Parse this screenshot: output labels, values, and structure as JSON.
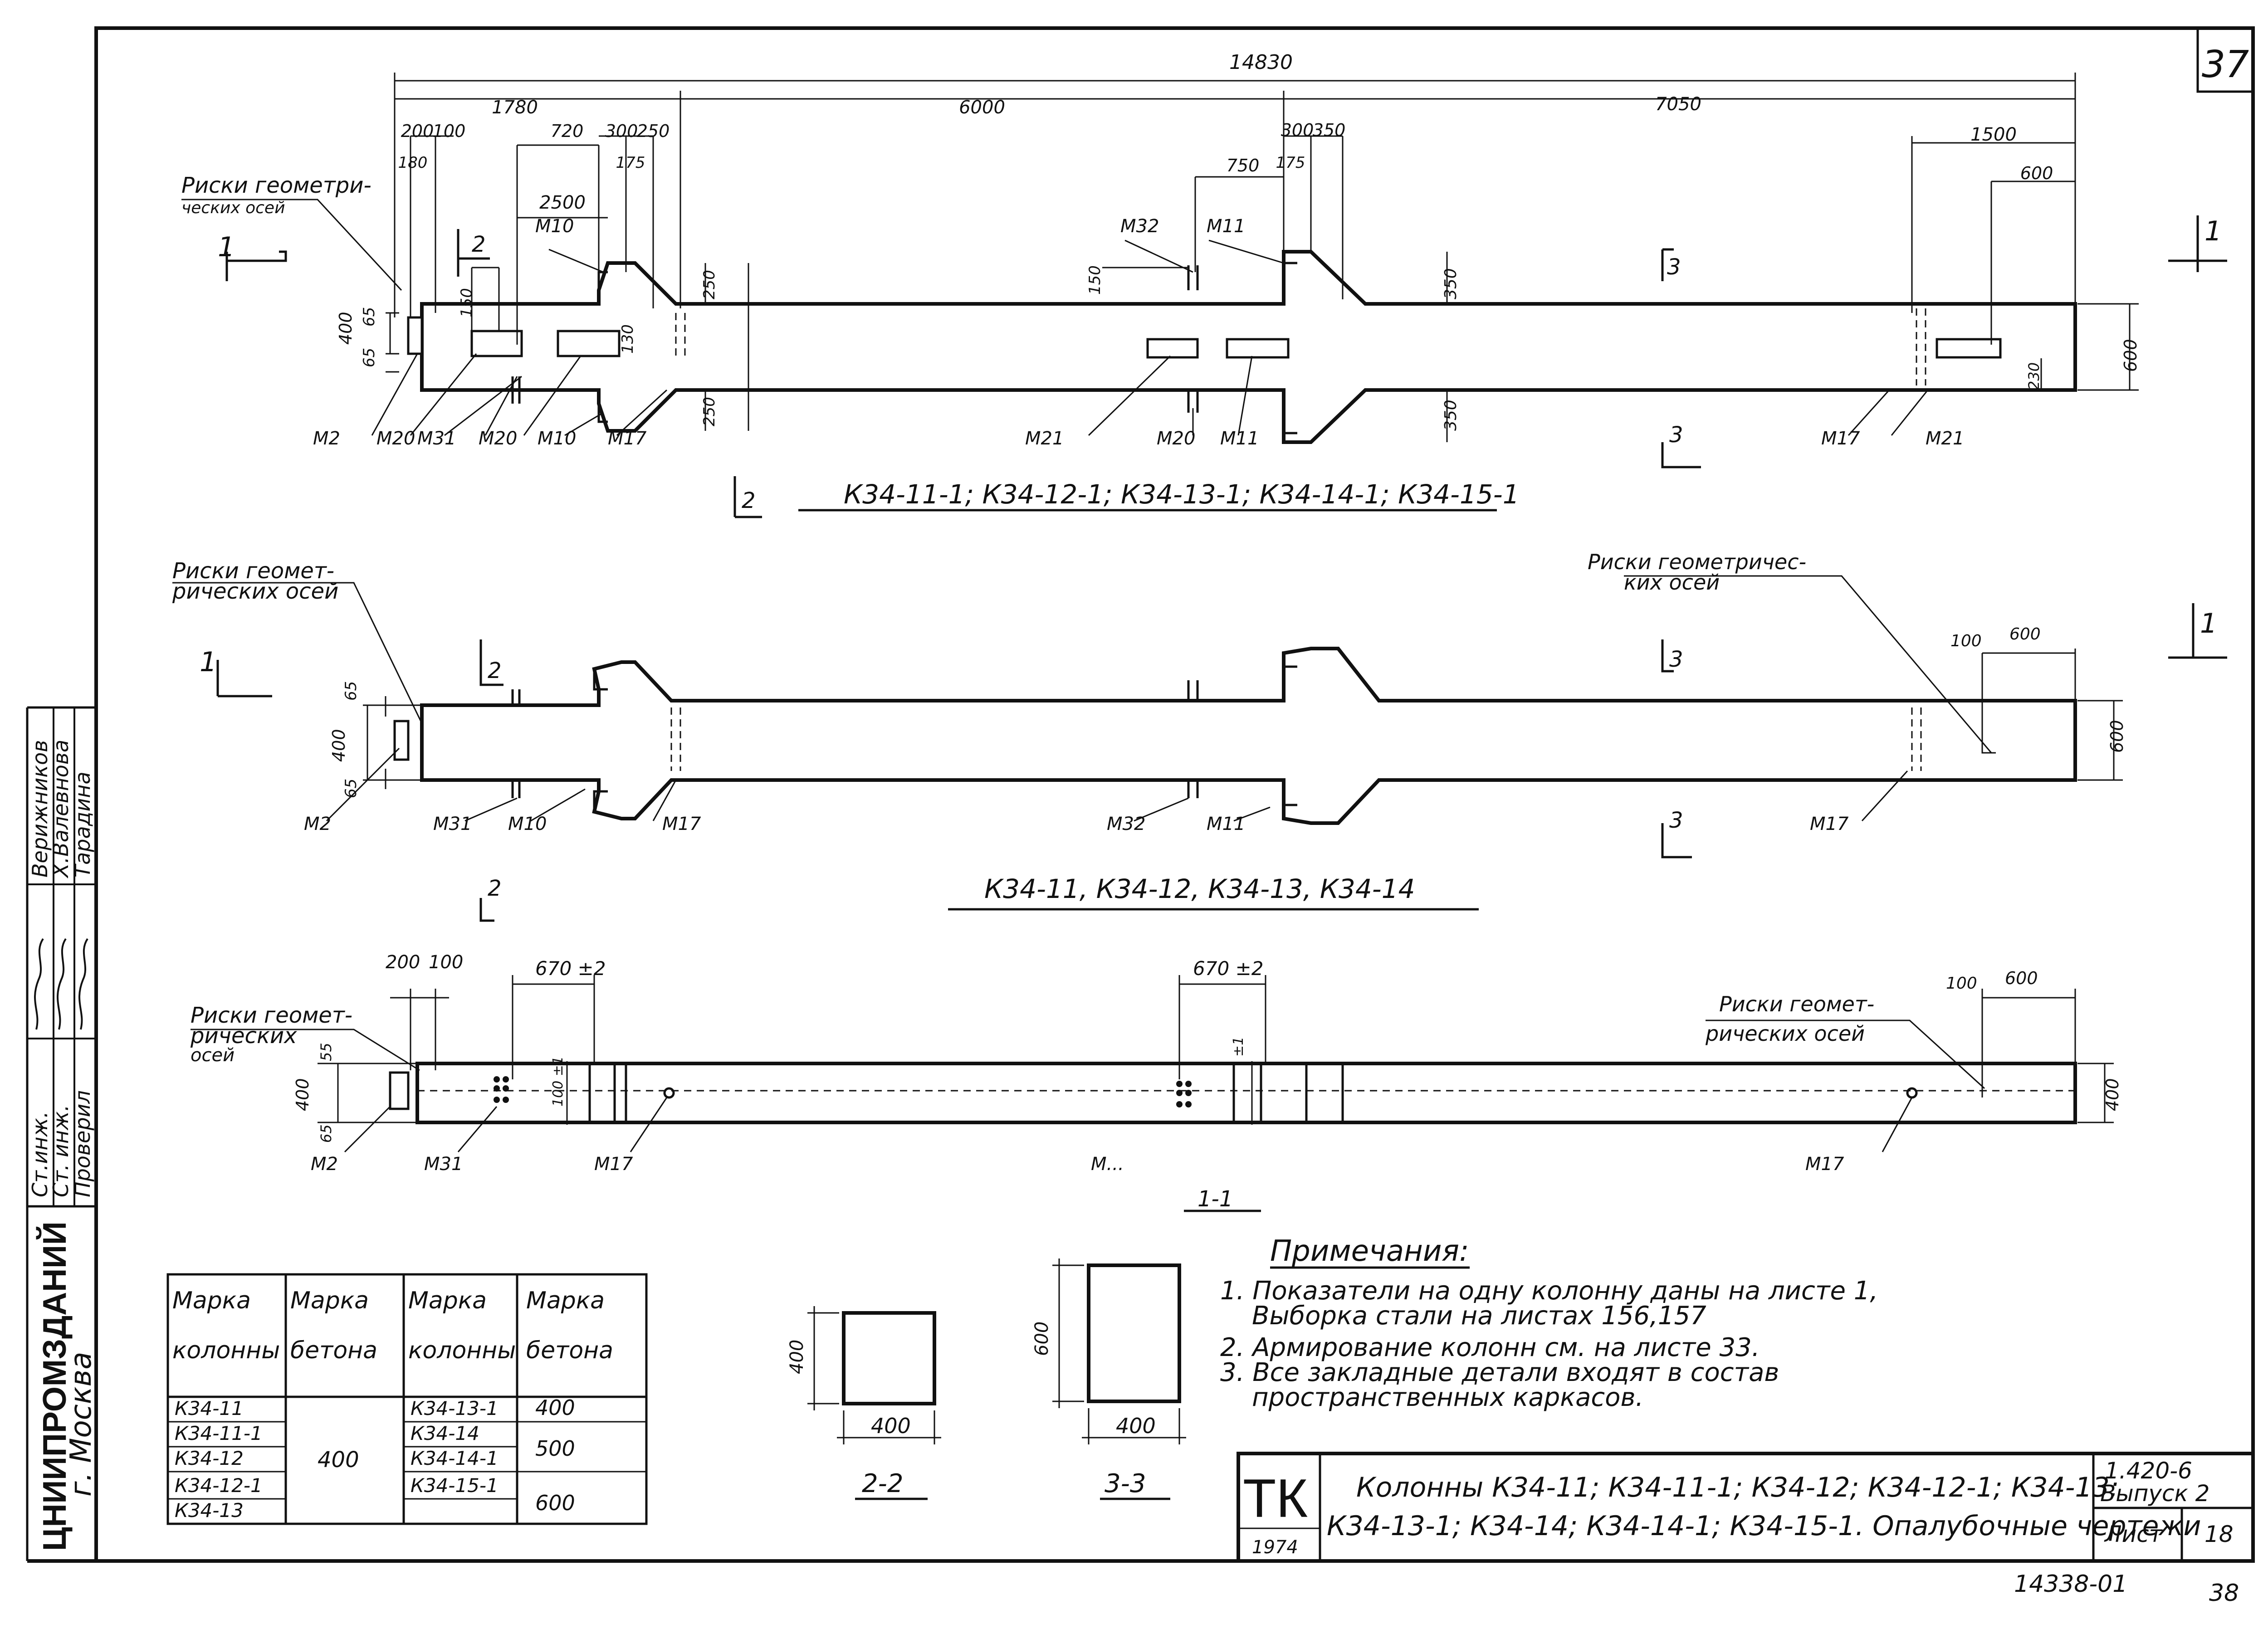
{
  "sheet": {
    "number": "37"
  },
  "side_stamp": {
    "roles": [
      "Ст.инж.",
      "Ст. инж.",
      "Проверил"
    ],
    "names": [
      "Верижников",
      "Х.Валевнова",
      "Тарадина"
    ],
    "organization": "ЦНИИПРОМЗДАНИЙ",
    "city": "г. Москва"
  },
  "view_top": {
    "title": "К34-11-1; К34-12-1; К34-13-1; К34-14-1; К34-15-1",
    "axis_note": [
      "Риски геометри-",
      "ческих осей"
    ],
    "dims": [
      "14830",
      "1780",
      "6000",
      "7050",
      "200",
      "100",
      "720",
      "300",
      "250",
      "300",
      "350",
      "1500",
      "180",
      "175",
      "175",
      "750",
      "600",
      "2500",
      "400",
      "65",
      "65",
      "150",
      "130",
      "250",
      "250",
      "150",
      "350",
      "350",
      "600",
      "230"
    ],
    "section_marks": [
      "1",
      "2",
      "2",
      "3",
      "3",
      "1"
    ],
    "part_labels": [
      "М10",
      "М32",
      "М11",
      "М2",
      "М20",
      "М31",
      "М20",
      "М10",
      "М17",
      "М21",
      "М20",
      "М11",
      "М17",
      "М21"
    ]
  },
  "view_middle": {
    "title": "К34-11, К34-12, К34-13, К34-14",
    "axis_note_left": [
      "Риски геомет-",
      "рических осей"
    ],
    "axis_note_right": [
      "Риски геометричес-",
      "ких осей"
    ],
    "dims": [
      "400",
      "65",
      "65",
      "100",
      "600",
      "600"
    ],
    "section_marks": [
      "1",
      "2",
      "2",
      "3",
      "3",
      "1"
    ],
    "part_labels": [
      "М2",
      "М31",
      "М10",
      "М17",
      "М32",
      "М11",
      "М17"
    ]
  },
  "view_section_1": {
    "title": "1-1",
    "axis_note_left": [
      "Риски геомет-",
      "рических",
      "осей"
    ],
    "axis_note_right": [
      "Риски геомет-",
      "рических осей"
    ],
    "dims": [
      "200",
      "100",
      "670 ±2",
      "670 ±2",
      "100",
      "600",
      "400",
      "55",
      "65",
      "100 ±1",
      "±1",
      "400"
    ],
    "part_labels": [
      "М2",
      "М31",
      "М17",
      "М...",
      "М17"
    ]
  },
  "concrete_table": {
    "headers": [
      [
        "Марка",
        "колонны"
      ],
      [
        "Марка",
        "бетона"
      ],
      [
        "Марка",
        "колонны"
      ],
      [
        "Марка",
        "бетона"
      ]
    ],
    "left_marks": [
      "К34-11",
      "К34-11-1",
      "К34-12",
      "К34-12-1",
      "К34-13"
    ],
    "left_grade": "400",
    "right_marks": [
      "К34-13-1",
      "К34-14",
      "К34-14-1",
      "К34-15-1"
    ],
    "right_grades": [
      "400",
      "500",
      "600"
    ]
  },
  "section_2_2": {
    "title": "2-2",
    "height": "400",
    "width": "400"
  },
  "section_3_3": {
    "title": "3-3",
    "height": "600",
    "width": "400"
  },
  "notes": {
    "heading": "Примечания:",
    "lines": [
      "1. Показатели на одну колонну даны на листе 1,",
      "Выборка стали на листах 156,157",
      "2. Армирование колонн см. на листе 33.",
      "3. Все закладные детали входят в состав",
      "пространственных каркасов."
    ]
  },
  "title_block": {
    "logo": "ТК",
    "year": "1974",
    "title_lines": [
      "Колонны К34-11; К34-11-1; К34-12; К34-12-1; К34-13;",
      "К34-13-1; К34-14; К34-14-1; К34-15-1. Опалубочные чертежи"
    ],
    "series": "1.420-6",
    "issue": "Выпуск 2",
    "sheet_label": "Лист",
    "sheet_number": "18"
  },
  "footer": {
    "archive_number": "14338-01",
    "page_number": "38"
  }
}
